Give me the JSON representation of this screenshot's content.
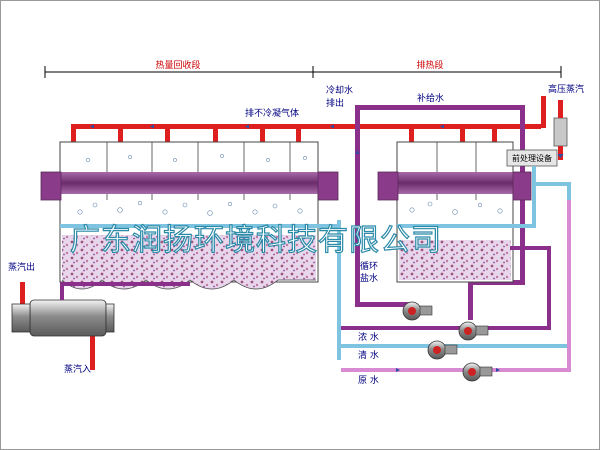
{
  "sections": {
    "heat_recovery": "热量回收段",
    "heat_exhaust": "排热段"
  },
  "labels": {
    "noncondensable_gas": "排不冷凝气体",
    "cooling_water_out_1": "冷却水",
    "cooling_water_out_2": "排出",
    "makeup_water": "补给水",
    "high_pressure_steam": "高压蒸汽",
    "pretreatment": "前处理设备",
    "circulating_brine_1": "循环",
    "circulating_brine_2": "盐水",
    "steam_out": "蒸汽出",
    "steam_in": "蒸汽入",
    "concentrated_water": "浓 水",
    "clear_water": "清 水",
    "raw_water": "原 水"
  },
  "watermark": "广东润扬环境科技有限公司",
  "colors": {
    "red_pipe": "#dd1f1f",
    "blue_pipe": "#2c4ea6",
    "purple_pipe": "#8a2f8a",
    "light_blue_pipe": "#7ec4e0",
    "pink_pipe": "#d88ad2",
    "vessel_band": "#7a3c7a"
  }
}
